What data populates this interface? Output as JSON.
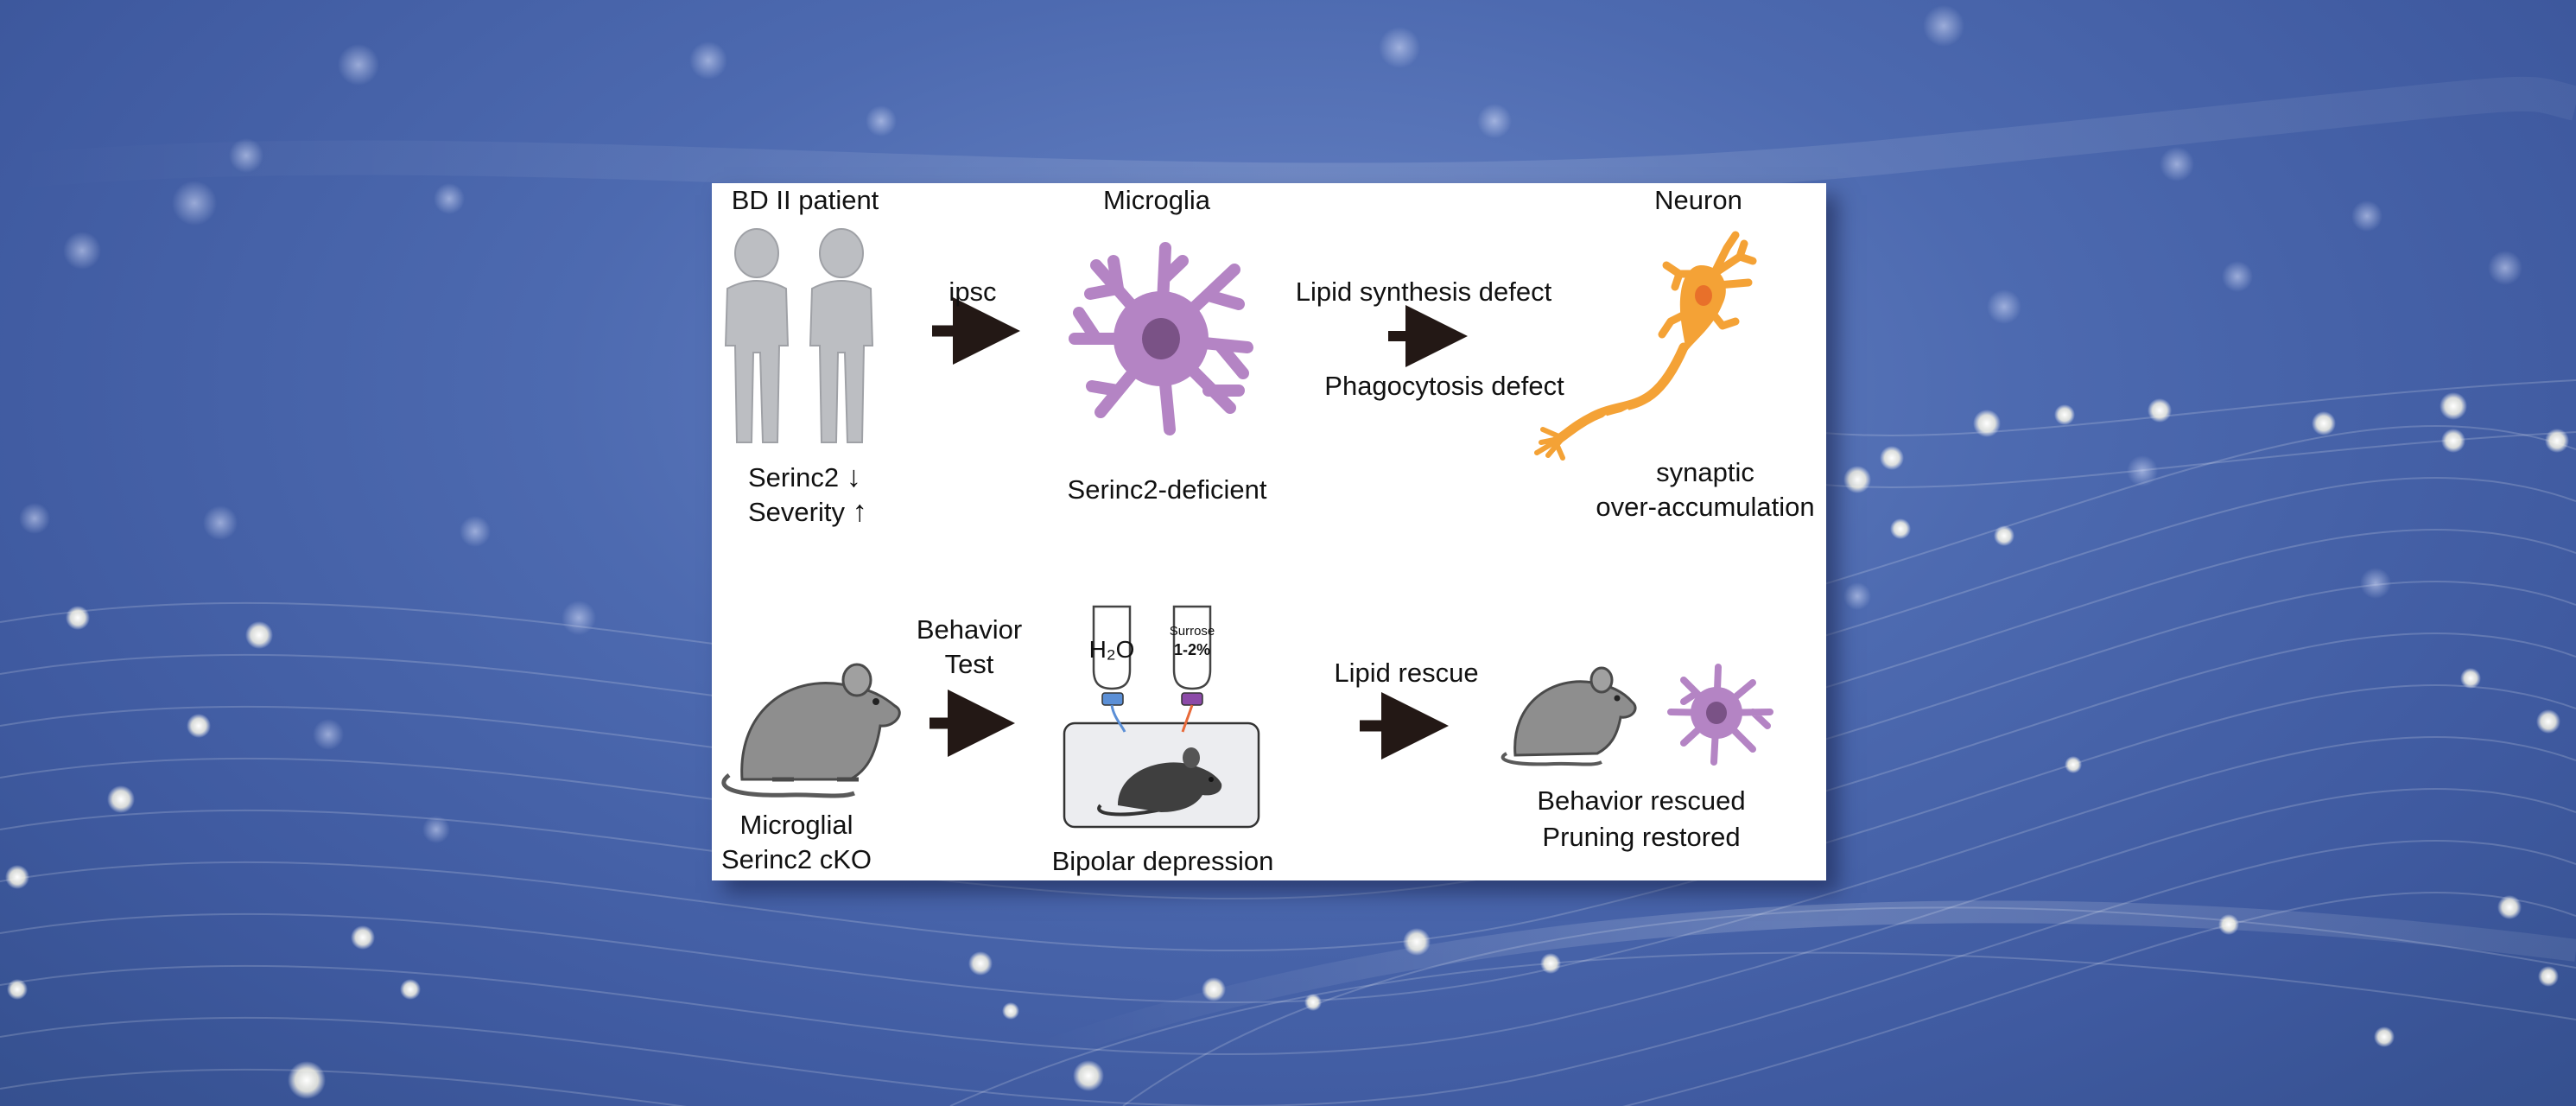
{
  "top_row": {
    "patient_title": "BD II patient",
    "serinc2_label": "Serinc2",
    "serinc2_arrow": "↓",
    "severity_label": "Severity",
    "severity_arrow": "↑",
    "ipsc_label": "ipsc",
    "microglia_title": "Microglia",
    "microglia_caption": "Serinc2-deficient",
    "lipid_defect": "Lipid synthesis defect",
    "phago_defect": "Phagocytosis defect",
    "neuron_title": "Neuron",
    "neuron_caption_1": "synaptic",
    "neuron_caption_2": "over-accumulation"
  },
  "bottom_row": {
    "mouse_caption_1": "Microglial",
    "mouse_caption_2": "Serinc2 cKO",
    "behavior_1": "Behavior",
    "behavior_2": "Test",
    "bottle_water": "H₂O",
    "bottle_sucrose_1": "Surrose",
    "bottle_sucrose_2": "1-2%",
    "bipolar_caption": "Bipolar depression",
    "lipid_rescue": "Lipid rescue",
    "rescued_1": "Behavior rescued",
    "rescued_2": "Pruning restored"
  },
  "colors": {
    "background": "#4d6ab0",
    "person": "#bcbec2",
    "microglia": "#b484c4",
    "microglia_nucleus": "#7a5286",
    "neuron": "#f4a236",
    "neuron_nucleus": "#e8702a",
    "mouse": "#8e8e8e",
    "arrow": "#231815",
    "bottle_cap_water": "#5b8fd6",
    "bottle_cap_sucrose": "#8c4aa8"
  }
}
